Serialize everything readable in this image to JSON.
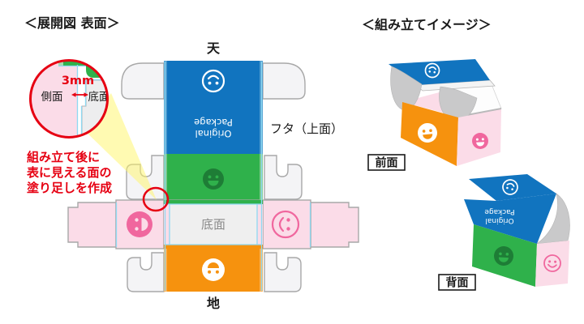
{
  "left_title": "＜展開図 表面＞",
  "right_title": "＜組み立てイメージ＞",
  "dieline": {
    "top_label": "天",
    "bottom_label": "地",
    "lid_label": "フタ（上面）",
    "base_label": "底面",
    "brand": [
      "Original",
      "Package"
    ]
  },
  "magnifier": {
    "measure": "3mm",
    "side_label": "側面",
    "base_label": "底面"
  },
  "note_lines": [
    "組み立て後に",
    "表に見える面の",
    "塗り足しを作成"
  ],
  "assembled": {
    "front_label": "前面",
    "back_label": "背面",
    "brand": [
      "Original",
      "Package"
    ]
  },
  "colors": {
    "blue": "#1174bf",
    "green": "#2fb14b",
    "dark_green": "#1e7d36",
    "orange": "#f6920e",
    "pink_light": "#fbdce8",
    "pink_strong": "#f0679e",
    "gray_flap": "#c9c9ca",
    "dieline_fill": "#f4f4f6",
    "dieline_stroke": "#a8a8a8",
    "fold_line": "#8fd9f2",
    "red": "#e60012",
    "beam_yellow": "#fff566"
  }
}
